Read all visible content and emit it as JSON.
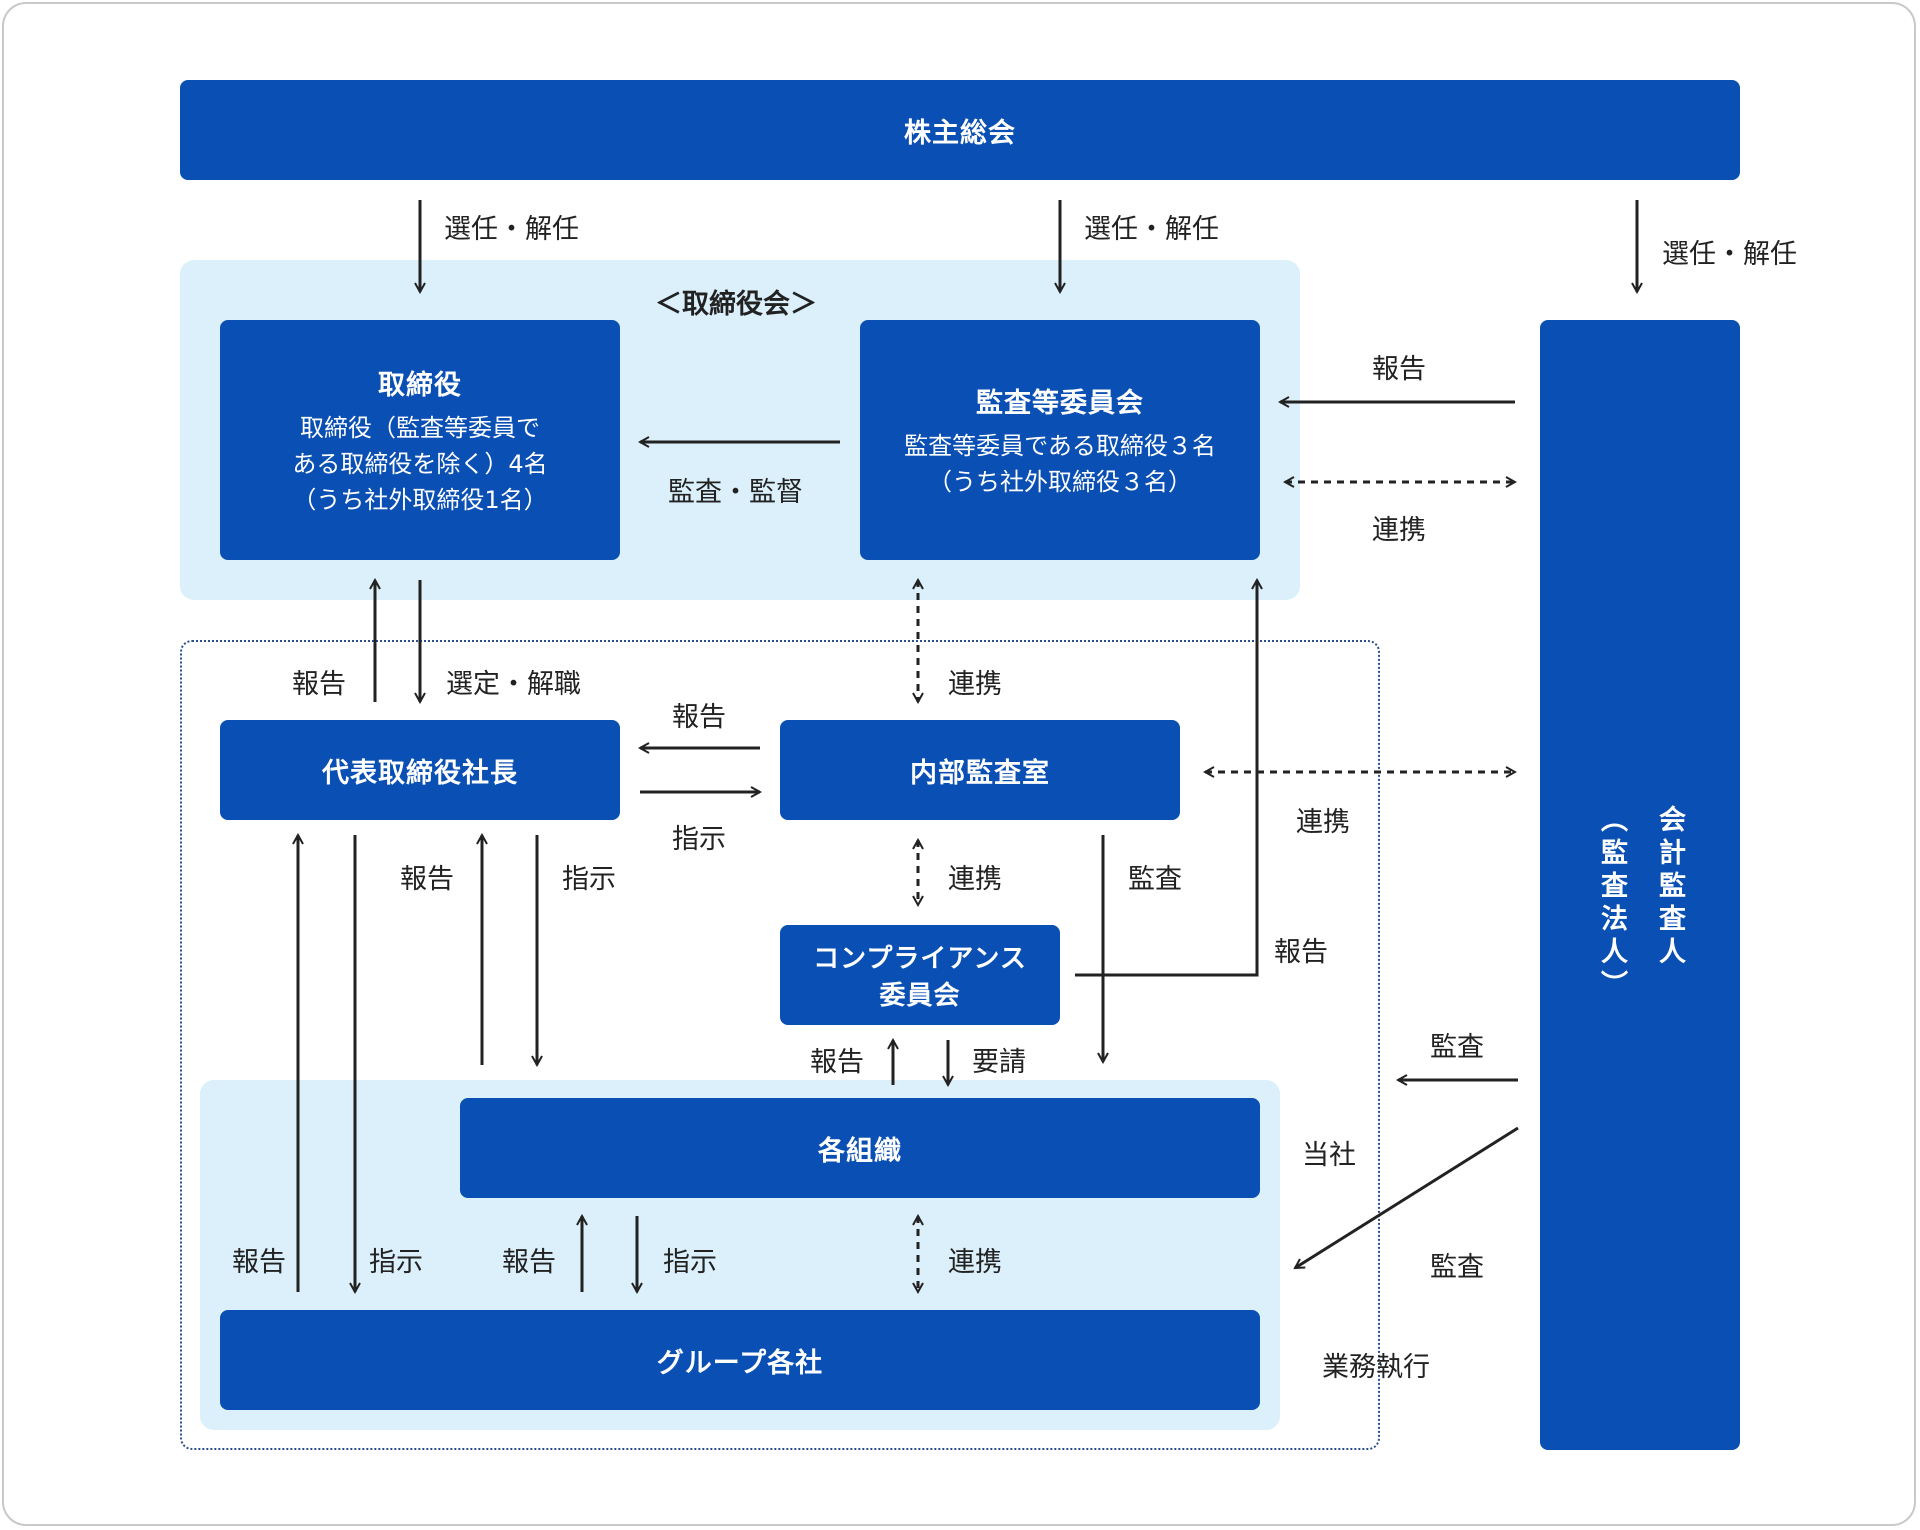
{
  "nodes": {
    "shareholders": "株主総会",
    "board_group_label": "＜取締役会＞",
    "directors": {
      "title": "取締役",
      "line1": "取締役（監査等委員で",
      "line2": "ある取締役を除く）4名",
      "line3": "（うち社外取締役1名）"
    },
    "audit_committee": {
      "title": "監査等委員会",
      "line1": "監査等委員である取締役３名",
      "line2": "（うち社外取締役３名）"
    },
    "president": "代表取締役社長",
    "internal_audit": "内部監査室",
    "compliance": {
      "line1": "コンプライアンス",
      "line2": "委員会"
    },
    "organizations": "各組織",
    "group_companies": "グループ各社",
    "auditor": {
      "line1": "会計監査人",
      "line2": "（監査法人）"
    }
  },
  "labels": {
    "elect_dismiss_1": "選任・解任",
    "elect_dismiss_2": "選任・解任",
    "elect_dismiss_3": "選任・解任",
    "auditor_report": "報告",
    "auditor_coop": "連携",
    "audit_supervise": "監査・監督",
    "board_report": "報告",
    "select_dismiss": "選定・解職",
    "audit_internal_coop": "連携",
    "president_report": "報告",
    "president_instruct": "指示",
    "internal_auditor_coop": "連携",
    "org_report": "報告",
    "org_instruct": "指示",
    "internal_compliance_coop": "連携",
    "internal_audit_label": "監査",
    "compliance_report_up": "報告",
    "compliance_report": "報告",
    "compliance_request": "要請",
    "group_report": "報告",
    "group_instruct": "指示",
    "org_group_report": "報告",
    "org_group_instruct": "指示",
    "org_group_coop": "連携",
    "company_label": "当社",
    "auditor_audit_1": "監査",
    "auditor_audit_2": "監査",
    "business_exec": "業務執行"
  },
  "colors": {
    "box": "#0a4fb3",
    "light_bg": "#dbf0fb",
    "arrow": "#222222"
  }
}
